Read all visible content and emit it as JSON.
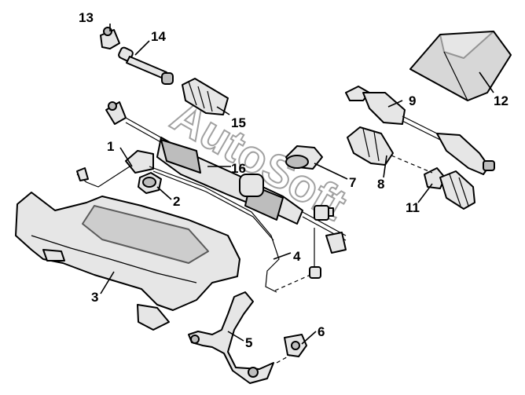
{
  "watermark": "AutoSoft",
  "callouts": {
    "c1": "1",
    "c2": "2",
    "c3": "3",
    "c4": "4",
    "c5": "5",
    "c6": "6",
    "c7": "7",
    "c8": "8",
    "c9": "9",
    "c11": "11",
    "c12": "12",
    "c13": "13",
    "c14": "14",
    "c15": "15",
    "c16": "16"
  }
}
